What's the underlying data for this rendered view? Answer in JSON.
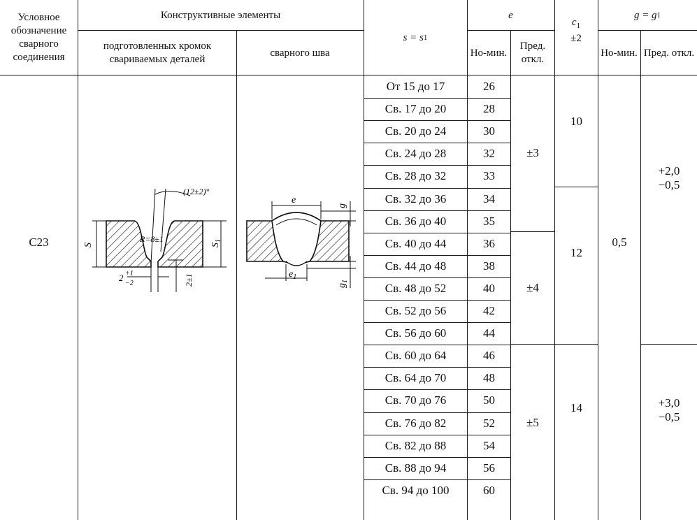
{
  "header": {
    "designation": "Условное обозначение сварного соединения",
    "structural_elements": "Конструктивные элементы",
    "prepared_edges": "подготовленных кромок свариваемых деталей",
    "weld": "сварного шва",
    "s_label": "s = s",
    "s_sub": "1",
    "e_label": "e",
    "nom": "Но-мин.",
    "tol": "Пред. откл.",
    "c1_label": "c",
    "c1_sub": "1",
    "c1_tol": "±2",
    "g_label": "g = g",
    "g_sub": "1"
  },
  "joint": {
    "code": "С23"
  },
  "rows": [
    {
      "s": "От 15 до 17",
      "e_nom": "26"
    },
    {
      "s": "Св. 17 до 20",
      "e_nom": "28"
    },
    {
      "s": "Св. 20 до 24",
      "e_nom": "30"
    },
    {
      "s": "Св. 24 до 28",
      "e_nom": "32"
    },
    {
      "s": "Св. 28 до 32",
      "e_nom": "33"
    },
    {
      "s": "Св. 32 до 36",
      "e_nom": "34"
    },
    {
      "s": "Св. 36 до 40",
      "e_nom": "35"
    },
    {
      "s": "Св. 40 до 44",
      "e_nom": "36"
    },
    {
      "s": "Св. 44 до 48",
      "e_nom": "38"
    },
    {
      "s": "Св. 48 до 52",
      "e_nom": "40"
    },
    {
      "s": "Св. 52 до 56",
      "e_nom": "42"
    },
    {
      "s": "Св. 56 до 60",
      "e_nom": "44"
    },
    {
      "s": "Св. 60 до 64",
      "e_nom": "46"
    },
    {
      "s": "Св. 64 до 70",
      "e_nom": "48"
    },
    {
      "s": "Св. 70 до 76",
      "e_nom": "50"
    },
    {
      "s": "Св. 76 до 82",
      "e_nom": "52"
    },
    {
      "s": "Св. 82 до 88",
      "e_nom": "54"
    },
    {
      "s": "Св. 88 до 94",
      "e_nom": "56"
    },
    {
      "s": "Св. 94 до 100",
      "e_nom": "60"
    }
  ],
  "e_tol": [
    "±3",
    "±4",
    "±5"
  ],
  "c1": [
    "10",
    "12",
    "14"
  ],
  "g_nom": "0,5",
  "g_tol": [
    {
      "upper": "+2,0",
      "lower": "−0,5"
    },
    {
      "upper": "+3,0",
      "lower": "−0,5"
    }
  ],
  "drawing_left": {
    "angle": "(12±2)°",
    "radius": "R=8±1",
    "gap": "2",
    "gap_upper": "+1",
    "gap_lower": "−2",
    "root": "2±1",
    "s": "S",
    "s1": "S",
    "s1_sub": "1"
  },
  "drawing_right": {
    "e": "e",
    "g": "g",
    "e1": "e",
    "e1_sub": "1",
    "g1": "g",
    "g1_sub": "1"
  }
}
